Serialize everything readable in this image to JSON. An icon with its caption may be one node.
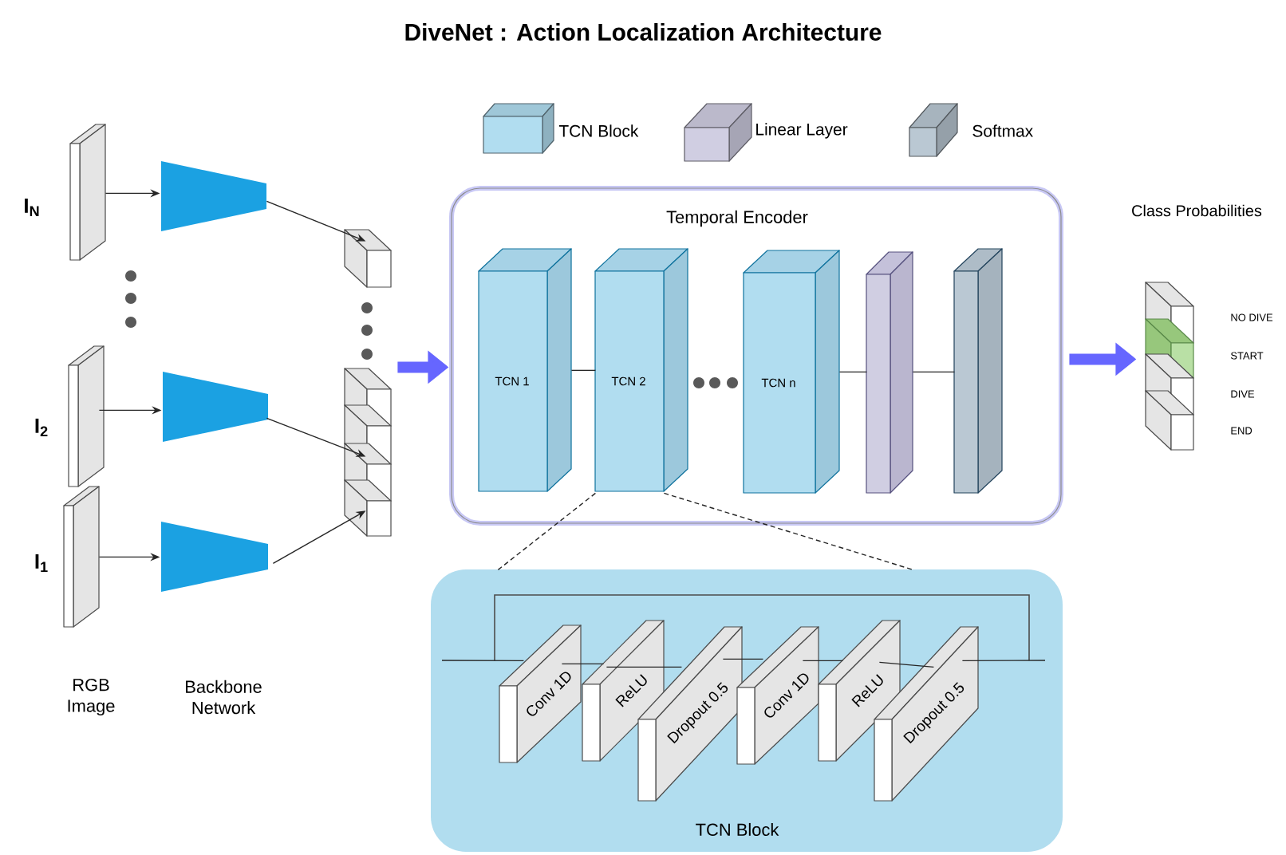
{
  "diagram": {
    "title": "DiveNet : Action Localization Architecture",
    "nodes": [
      {
        "text": [],
        "shape": "box",
        "beside": [
          "I$_{N}$"
        ]
      },
      {
        "text": [],
        "shape": "trapezoid"
      },
      {
        "text": [],
        "shape": "box"
      },
      {
        "text": [],
        "shape": "box",
        "beside": [
          "I$_{2}$"
        ]
      },
      {
        "text": [],
        "shape": "trapezoid"
      },
      {
        "text": [],
        "shape": "box",
        "beside": [
          "I$_{1}$"
        ]
      },
      {
        "text": [],
        "shape": "trapezoid"
      },
      {
        "text": [],
        "shape": "box"
      },
      {
        "text": [
          "Temporal Encoder"
        ]
      },
      {
        "text": [
          "TCN 1"
        ],
        "in": 8
      },
      {
        "text": [
          "TCN 2"
        ],
        "in": 8
      },
      {
        "text": [
          "TCN n"
        ],
        "in": 8
      },
      {
        "text": [],
        "shape": "box",
        "in": 8
      },
      {
        "text": [],
        "shape": "box",
        "in": 8
      },
      {
        "text": [
          "Class Probabilities",
          "NO DIVE",
          "START",
          "DIVE",
          "END"
        ]
      },
      {
        "text": [
          "TCN Block"
        ]
      },
      {
        "text": [
          "Conv 1D"
        ],
        "in": 15
      },
      {
        "text": [
          "ReLU"
        ],
        "in": 15
      },
      {
        "text": [
          "Dropout 0.5"
        ],
        "in": 15
      },
      {
        "text": [
          "Conv 1D"
        ],
        "in": 15
      },
      {
        "text": [
          "ReLU"
        ],
        "in": 15
      },
      {
        "text": [
          "Dropout 0.5"
        ],
        "in": 15
      }
    ],
    "edges": [
      {
        "from": 0,
        "to": 1,
        "arrow": "to"
      },
      {
        "from": 1,
        "to": 2,
        "arrow": "to"
      },
      {
        "from": 3,
        "to": 4,
        "arrow": "to"
      },
      {
        "from": 4,
        "to": 7,
        "arrow": "to"
      },
      {
        "from": 5,
        "to": 6,
        "arrow": "to"
      },
      {
        "from": 6,
        "to": 7,
        "arrow": "to"
      },
      {
        "from": 7,
        "to": 8,
        "arrow": "to",
        "style": "thick",
        "color": "#6666ff"
      },
      {
        "from": 9,
        "to": 10,
        "arrow": "none"
      },
      {
        "from": 11,
        "to": 12,
        "arrow": "none"
      },
      {
        "from": 12,
        "to": 13,
        "arrow": "none"
      },
      {
        "from": 8,
        "to": 14,
        "arrow": "to",
        "style": "thick",
        "color": "#6666ff"
      },
      {
        "from": 10,
        "to": 15,
        "arrow": "none",
        "style": "dashed"
      },
      {
        "from": 10,
        "to": 15,
        "arrow": "none",
        "style": "dashed"
      },
      {
        "from": null,
        "to": 16,
        "arrow": "none"
      },
      {
        "from": 16,
        "to": 17,
        "arrow": "none"
      },
      {
        "from": 17,
        "to": 18,
        "arrow": "none"
      },
      {
        "from": 18,
        "to": 19,
        "arrow": "none"
      },
      {
        "from": 19,
        "to": 20,
        "arrow": "none"
      },
      {
        "from": 20,
        "to": 21,
        "arrow": "none"
      },
      {
        "from": 21,
        "to": null,
        "arrow": "none"
      }
    ],
    "labels": [
      "RGB Image",
      "Backbone Network"
    ],
    "legend": [
      {
        "text": "TCN Block",
        "color": "#b1ddf0"
      },
      {
        "text": "Linear Layer",
        "color": "#d0cee2"
      },
      {
        "text": "Softmax",
        "color": "#bac8d3"
      }
    ]
  }
}
